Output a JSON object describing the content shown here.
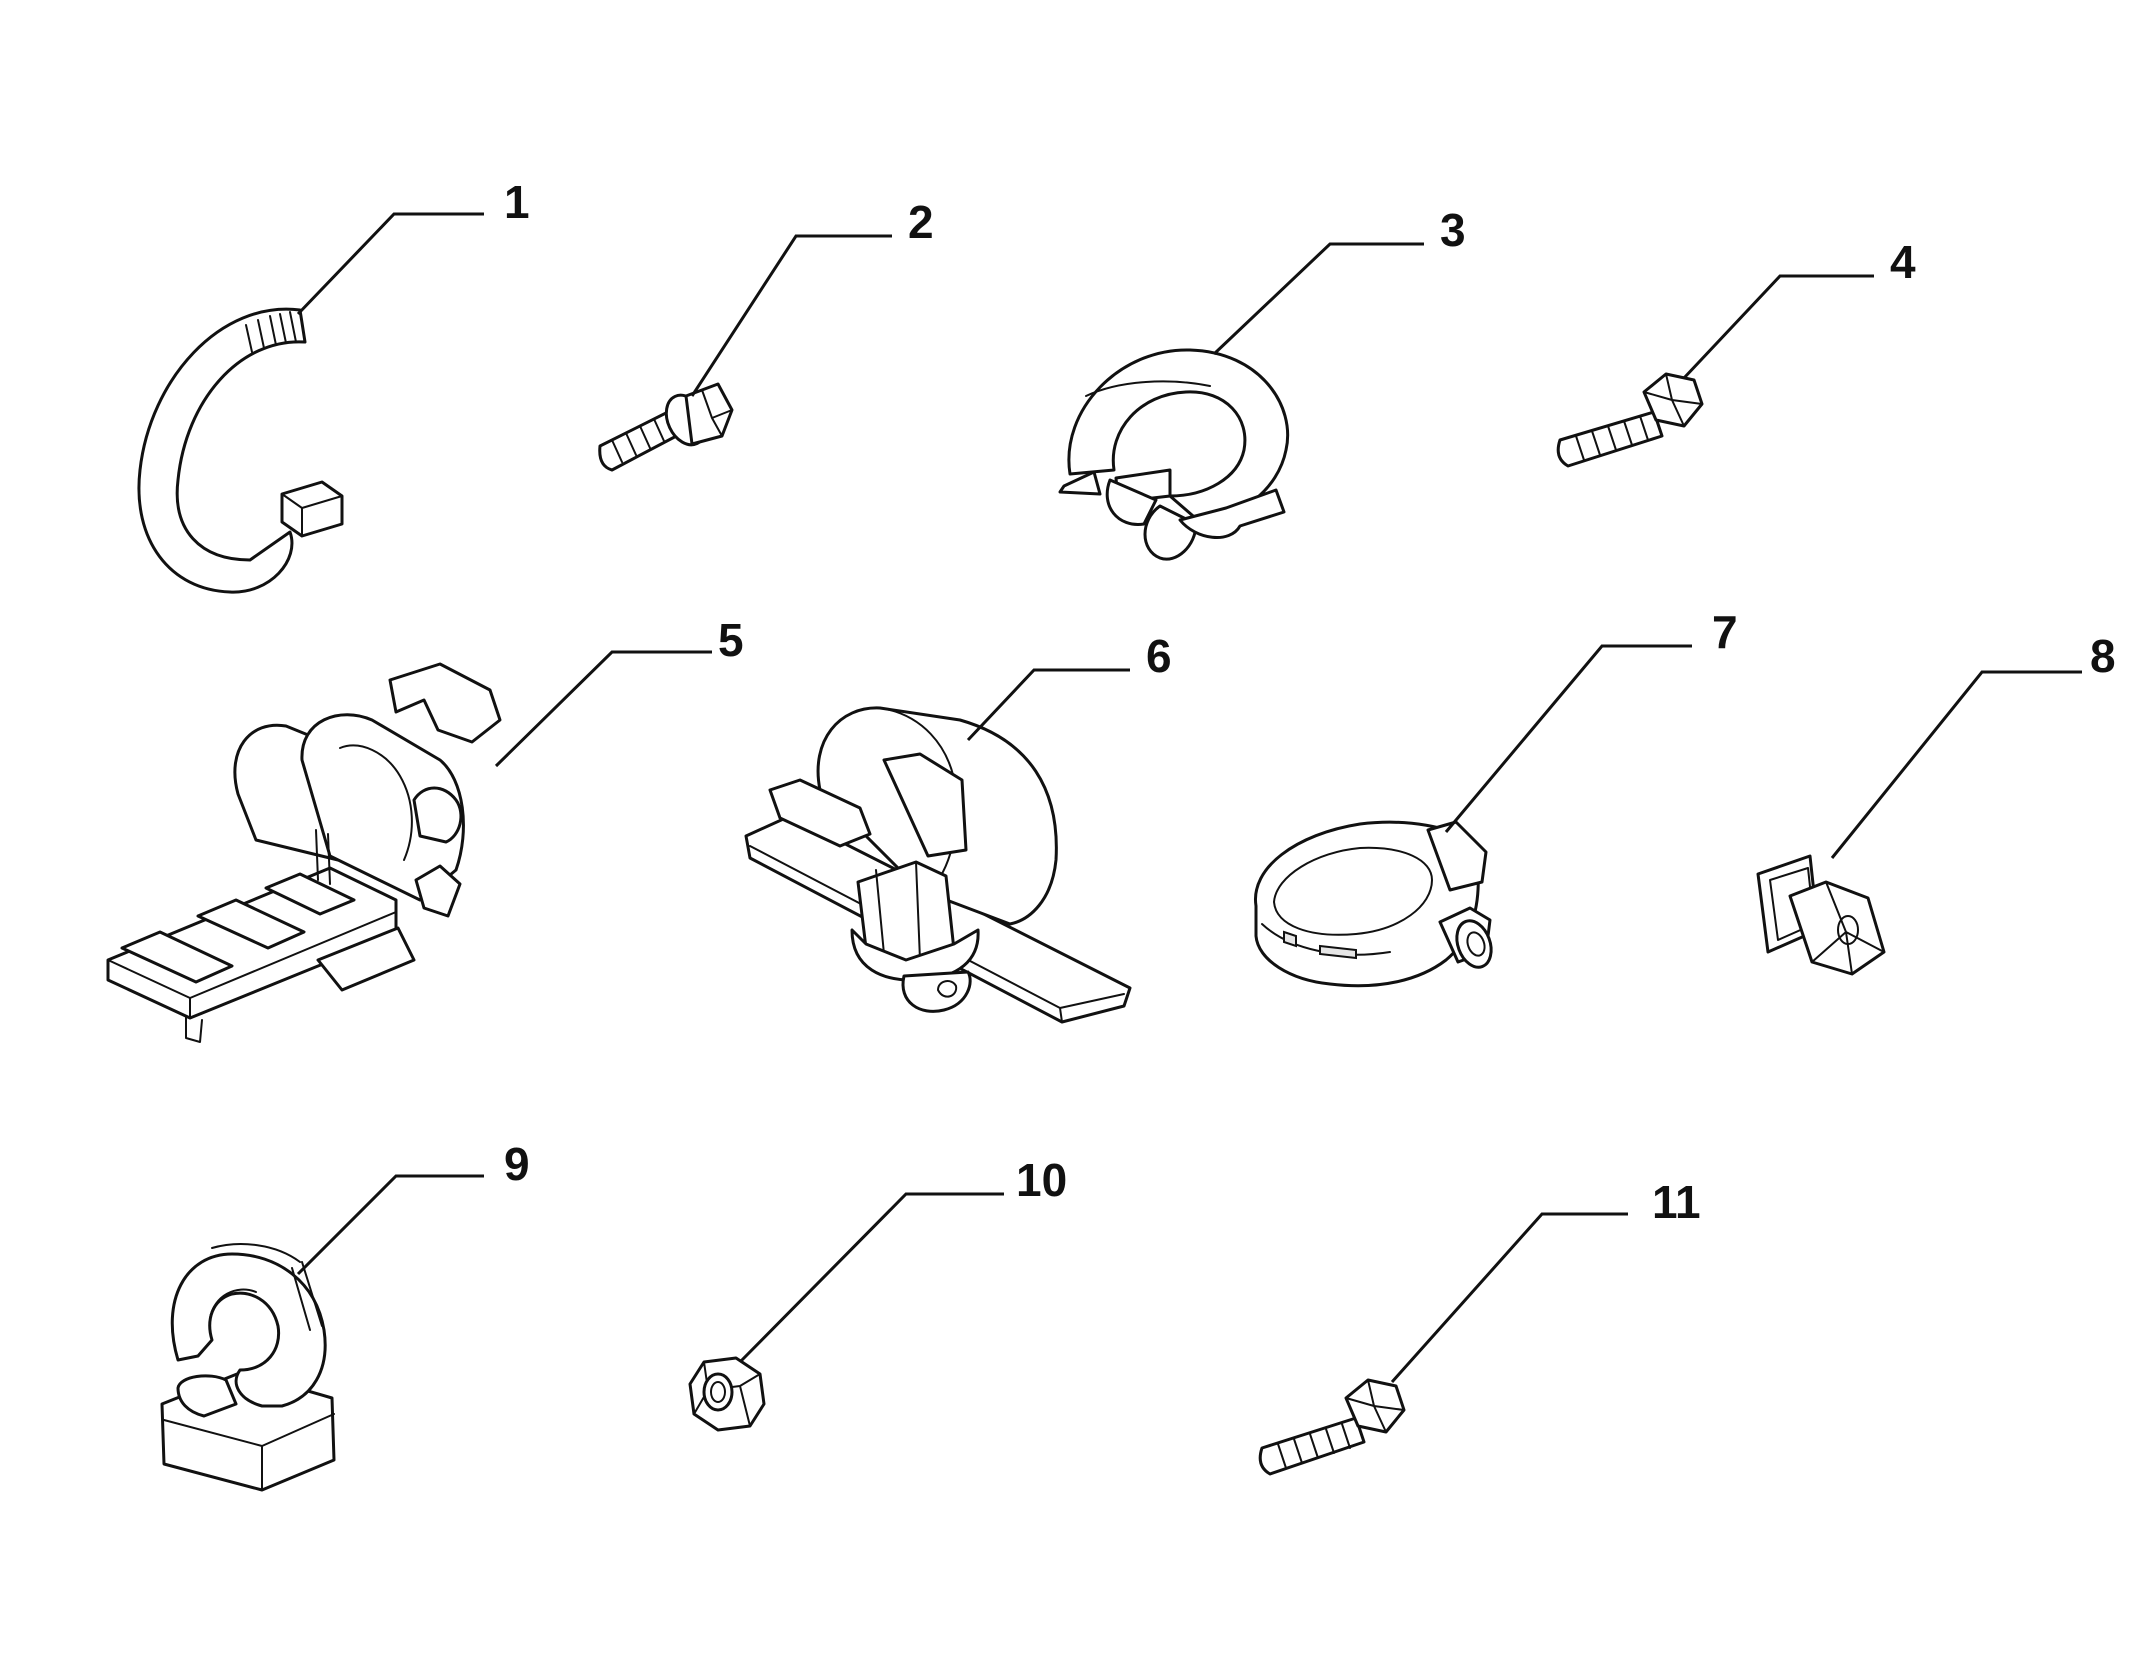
{
  "colors": {
    "line": "#111111",
    "background": "#ffffff",
    "shade": "#e6e6e6"
  },
  "callouts": [
    {
      "number": "1",
      "part": "cable-tie-strap"
    },
    {
      "number": "2",
      "part": "flanged-screw"
    },
    {
      "number": "3",
      "part": "clip-with-strap"
    },
    {
      "number": "4",
      "part": "hex-bolt"
    },
    {
      "number": "5",
      "part": "cable-holder-clip"
    },
    {
      "number": "6",
      "part": "cable-tie-clip"
    },
    {
      "number": "7",
      "part": "cable-grommet"
    },
    {
      "number": "8",
      "part": "tie-mount"
    },
    {
      "number": "9",
      "part": "hose-clip"
    },
    {
      "number": "10",
      "part": "hex-nut"
    },
    {
      "number": "11",
      "part": "hex-bolt"
    }
  ]
}
